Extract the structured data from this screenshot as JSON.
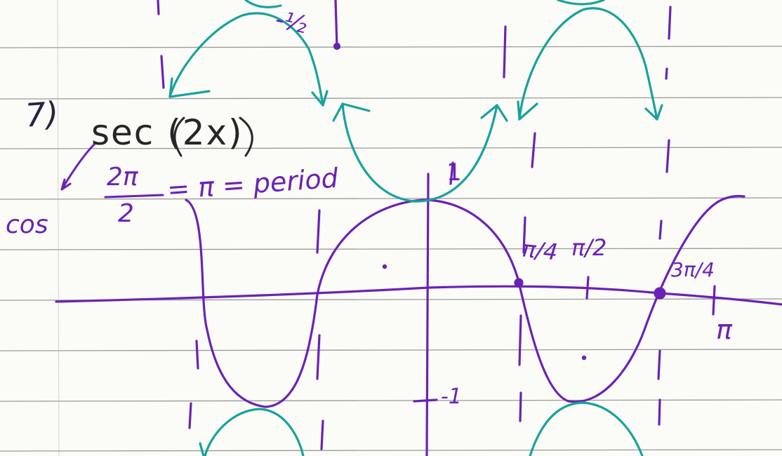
{
  "colors": {
    "paper": "#fbfbf8",
    "rule_line": "#6f6f6f",
    "ink_purple": "#6a22b5",
    "ink_teal": "#16a39a"
  },
  "problem": {
    "number": "7)",
    "function": "sec (2x)",
    "side_note": "cos",
    "period_numerator": "2π",
    "period_denominator": "2",
    "period_result": "= π = period"
  },
  "graph_labels": {
    "top_neg_half": "-½",
    "y_one": "1",
    "y_neg_one": "-1",
    "pi_over_4": "π/4",
    "pi_over_2": "π/2",
    "three_pi_over_4": "3π/4",
    "pi": "π"
  }
}
